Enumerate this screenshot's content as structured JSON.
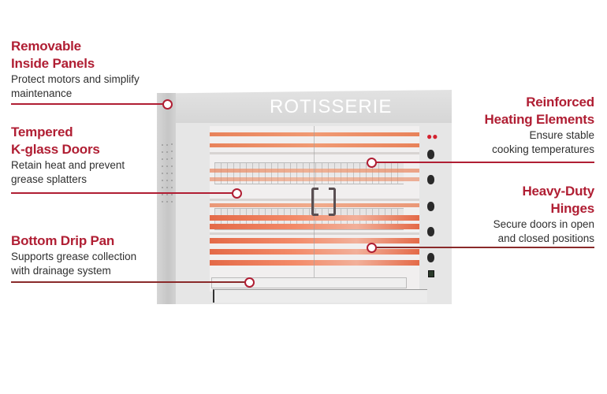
{
  "product": {
    "brand_logo": "ROTISSERIE",
    "brand_icon": "chef-rotisserie-logo-icon"
  },
  "callouts": [
    {
      "id": "removable-panels",
      "title_line1": "Removable",
      "title_line2": "Inside Panels",
      "desc_line1": "Protect motors and simplify",
      "desc_line2": "maintenance",
      "side": "left"
    },
    {
      "id": "tempered-doors",
      "title_line1": "Tempered",
      "title_line2": "K-glass Doors",
      "desc_line1": "Retain heat and prevent",
      "desc_line2": "grease splatters",
      "side": "left"
    },
    {
      "id": "drip-pan",
      "title_line1": "Bottom Drip Pan",
      "title_line2": "",
      "desc_line1": "Supports grease collection",
      "desc_line2": "with drainage system",
      "side": "left"
    },
    {
      "id": "heating-elements",
      "title_line1": "Reinforced",
      "title_line2": "Heating Elements",
      "desc_line1": "Ensure stable",
      "desc_line2": "cooking temperatures",
      "side": "right"
    },
    {
      "id": "hinges",
      "title_line1": "Heavy-Duty",
      "title_line2": "Hinges",
      "desc_line1": "Secure doors in open",
      "desc_line2": "and closed positions",
      "side": "right"
    }
  ],
  "colors": {
    "accent": "#b01e33",
    "text": "#2f2f2f",
    "steel": "#e0e0e0",
    "heater": "#ec7f58"
  },
  "controls": {
    "brand_badge_icon": "flame-badge-icon",
    "knobs": 5,
    "switch_icon": "power-switch-icon"
  }
}
